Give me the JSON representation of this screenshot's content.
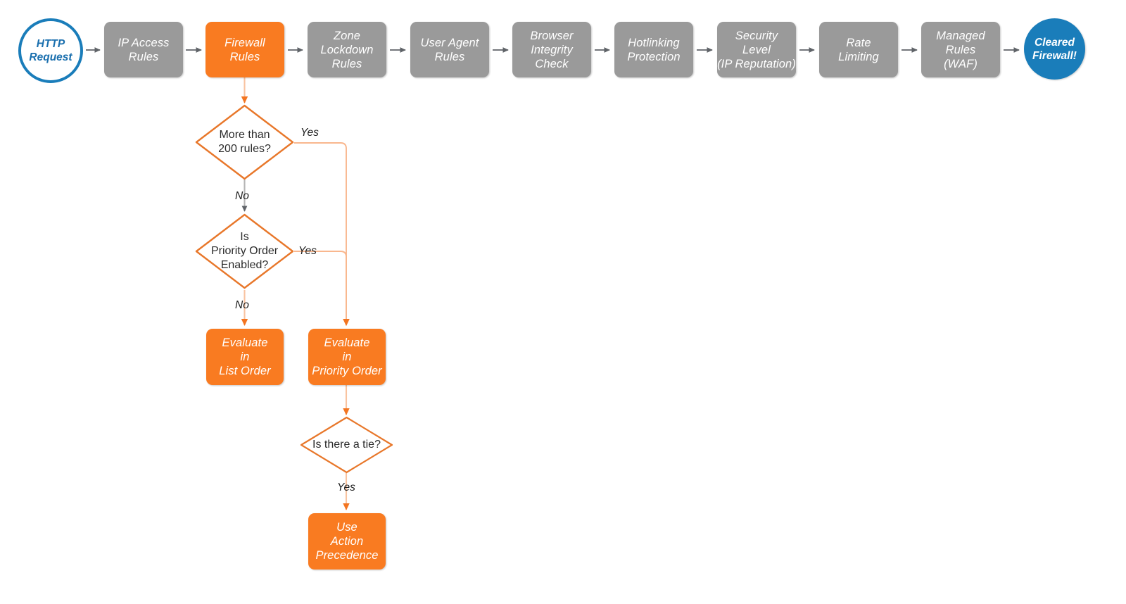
{
  "diagram": {
    "title": "Cloudflare Firewall Rules Evaluation Order",
    "colors": {
      "gray_node": "#9a9a9a",
      "orange_node": "#f97b21",
      "orange_stroke": "#e8772a",
      "orange_light_stroke": "#f7b98f",
      "blue_terminator": "#1a7dba",
      "gray_arrow": "#5f6368",
      "label_text": "#1d1d1d",
      "node_text": "#ffffff",
      "diamond_text": "#2b2b2b",
      "background": "#ffffff"
    }
  },
  "pipeline": {
    "start": {
      "label": "HTTP\nRequest",
      "shape": "circle",
      "style": "start"
    },
    "steps": [
      {
        "label": "IP Access\nRules",
        "style": "gray"
      },
      {
        "label": "Firewall\nRules",
        "style": "orange"
      },
      {
        "label": "Zone\nLockdown\nRules",
        "style": "gray"
      },
      {
        "label": "User Agent\nRules",
        "style": "gray"
      },
      {
        "label": "Browser\nIntegrity\nCheck",
        "style": "gray"
      },
      {
        "label": "Hotlinking\nProtection",
        "style": "gray"
      },
      {
        "label": "Security\nLevel\n(IP Reputation)",
        "style": "gray"
      },
      {
        "label": "Rate\nLimiting",
        "style": "gray"
      },
      {
        "label": "Managed\nRules\n(WAF)",
        "style": "gray"
      }
    ],
    "end": {
      "label": "Cleared\nFirewall!",
      "shape": "circle",
      "style": "end"
    }
  },
  "branch": {
    "decisions": [
      {
        "id": "more-than-200-rules",
        "label": "More than\n200 rules?"
      },
      {
        "id": "is-priority-order",
        "label": "Is\nPriority Order\nEnabled?"
      },
      {
        "id": "is-there-a-tie",
        "label": "Is there a tie?"
      }
    ],
    "outcomes": [
      {
        "id": "evaluate-list-order",
        "label": "Evaluate\nin\nList Order",
        "style": "orange"
      },
      {
        "id": "evaluate-priority-order",
        "label": "Evaluate\nin\nPriority Order",
        "style": "orange"
      },
      {
        "id": "use-action-precedence",
        "label": "Use\nAction\nPrecedence",
        "style": "orange"
      }
    ],
    "edge_labels": {
      "d1_yes": "Yes",
      "d1_no": "No",
      "d2_yes": "Yes",
      "d2_no": "No",
      "d3_yes": "Yes"
    }
  }
}
